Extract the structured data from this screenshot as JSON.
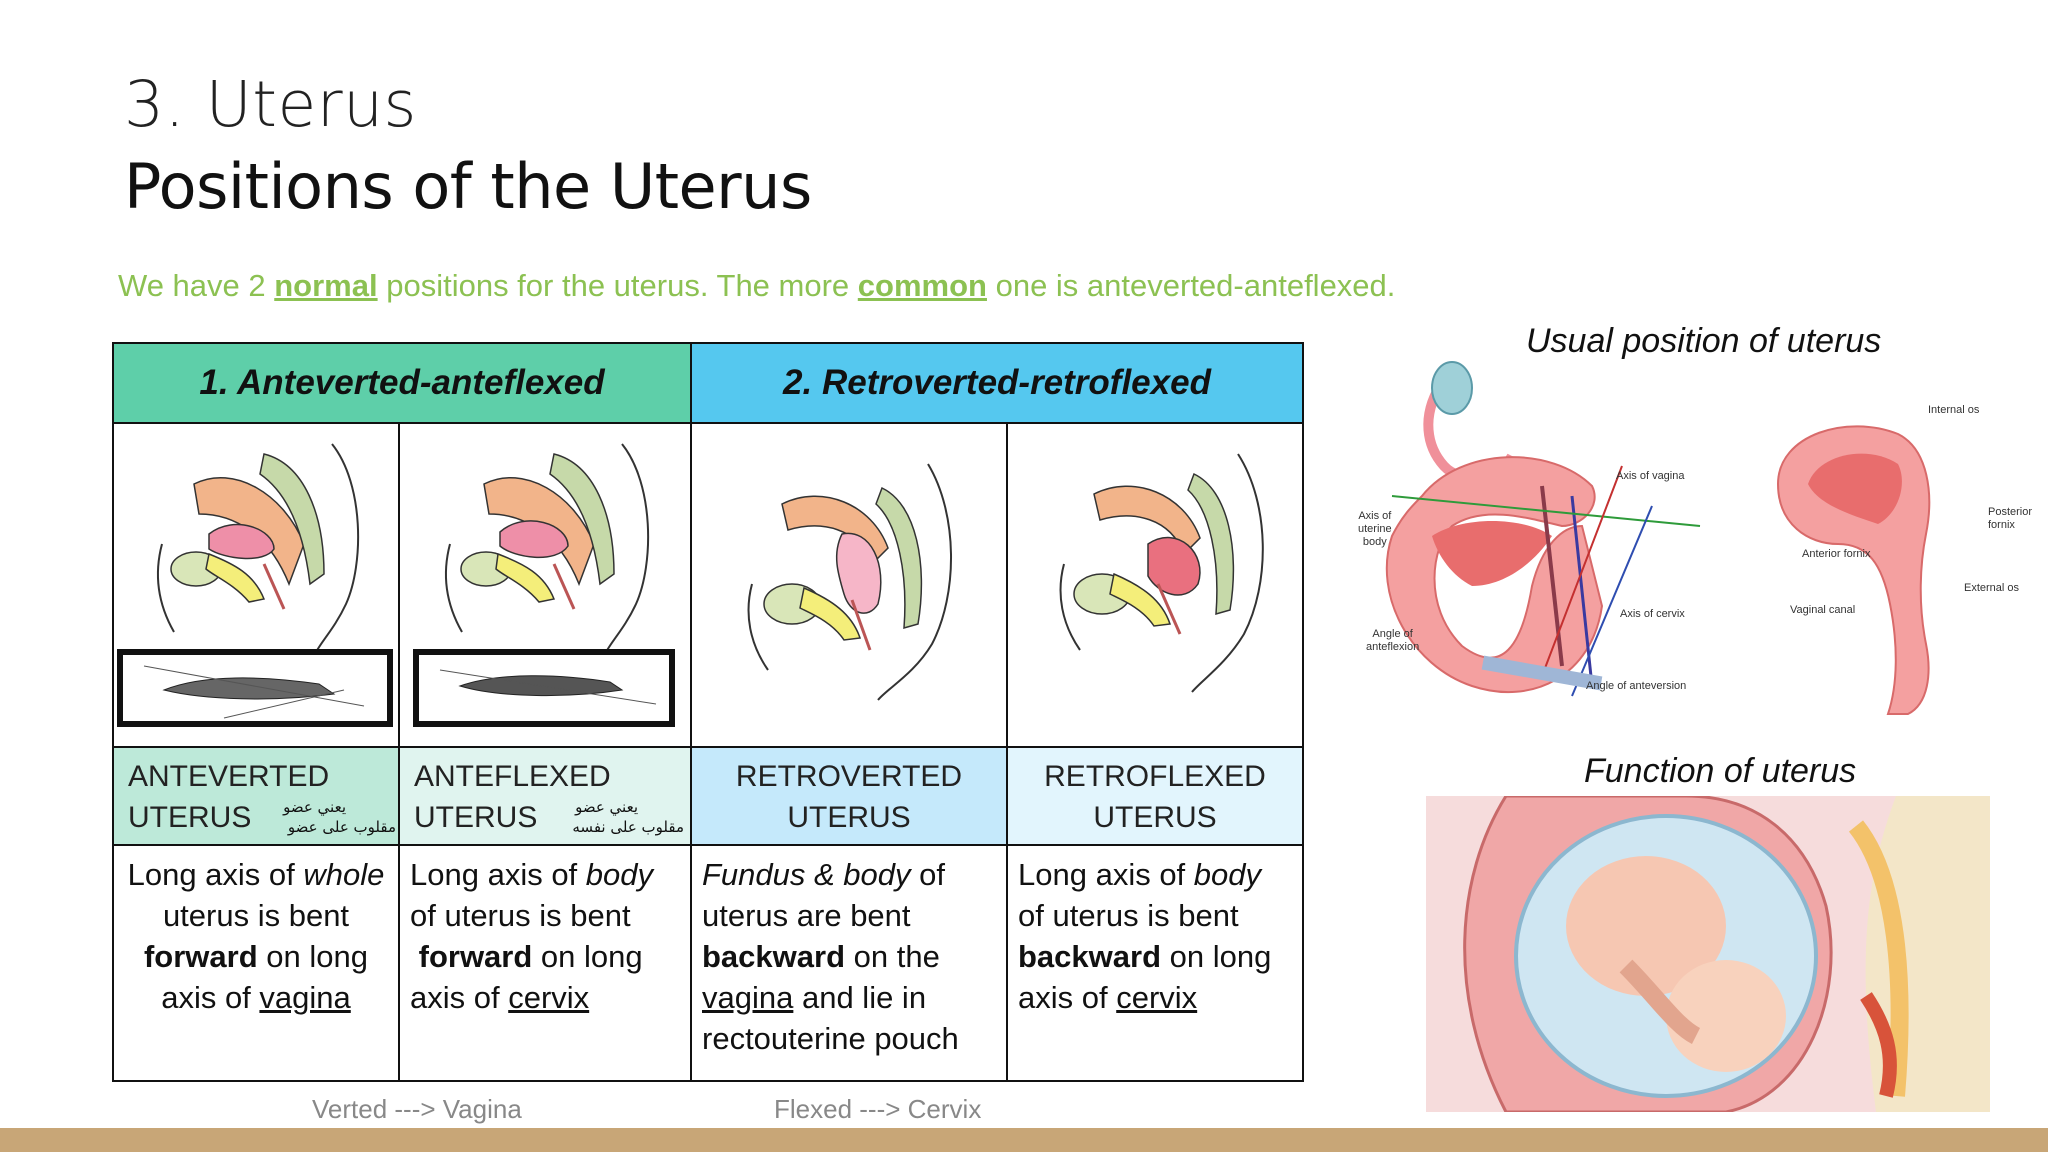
{
  "title": {
    "number_line": "3. Uterus",
    "subtitle": "Positions of the Uterus"
  },
  "intro": {
    "part1": "We have 2 ",
    "normal": "normal",
    "part2": " positions for the uterus. The more ",
    "common": "common",
    "part3": " one is anteverted-anteflexed."
  },
  "table": {
    "header1": "1.   Anteverted-anteflexed",
    "header2": "2. Retroverted-retroflexed",
    "labels": [
      {
        "text": "ANTEVERTED\nUTERUS",
        "ar_line1": "يعني عضو",
        "ar_line2": "مقلوب على عضو"
      },
      {
        "text": "ANTEFLEXED\nUTERUS",
        "ar_line1": "يعني عضو",
        "ar_line2": "مقلوب على نفسه"
      },
      {
        "text": "RETROVERTED\nUTERUS"
      },
      {
        "text": "RETROFLEXED\nUTERUS"
      }
    ],
    "descriptions": [
      {
        "a": "Long axis of ",
        "b": "whole",
        "c": "uterus is bent",
        "d": "forward",
        "e": " on long",
        "f": "axis of ",
        "g": "vagina"
      },
      {
        "a": "Long axis of ",
        "b": "body",
        "c": "of uterus is bent",
        "d": "forward",
        "e": " on long",
        "f": "axis of ",
        "g": "cervix"
      },
      {
        "a": "Fundus & body",
        "b": " of",
        "c": "uterus are bent",
        "d": "backward",
        "e": "  on the",
        "f": "vagina",
        "g": " and lie in",
        "h": "rectouterine pouch"
      },
      {
        "a": "Long axis of ",
        "b": "body",
        "c": "of uterus is bent",
        "d": "backward",
        "e": " on long",
        "f": "axis of ",
        "g": "cervix"
      }
    ]
  },
  "footnotes": {
    "verted": "Verted ---> Vagina",
    "flexed": "Flexed ---> Cervix"
  },
  "figures": {
    "usual_caption": "Usual position of uterus",
    "function_caption": "Function of uterus",
    "usual_labels": {
      "axis_vagina": "Axis of vagina",
      "axis_uterine_1": "Axis of",
      "axis_uterine_2": "uterine",
      "axis_uterine_3": "body",
      "axis_cervix": "Axis of cervix",
      "angle_anteflexion_1": "Angle of",
      "angle_anteflexion_2": "anteflexion",
      "angle_anteversion": "Angle of anteversion",
      "internal_os": "Internal os",
      "posterior_fornix_1": "Posterior",
      "posterior_fornix_2": "fornix",
      "anterior_fornix": "Anterior fornix",
      "external_os": "External os",
      "vaginal_canal": "Vaginal canal"
    }
  },
  "colors": {
    "green_text": "#8cc152",
    "header_green": "#5ecfa9",
    "header_blue": "#55c8ef",
    "bottom_bar": "#c8a677"
  }
}
